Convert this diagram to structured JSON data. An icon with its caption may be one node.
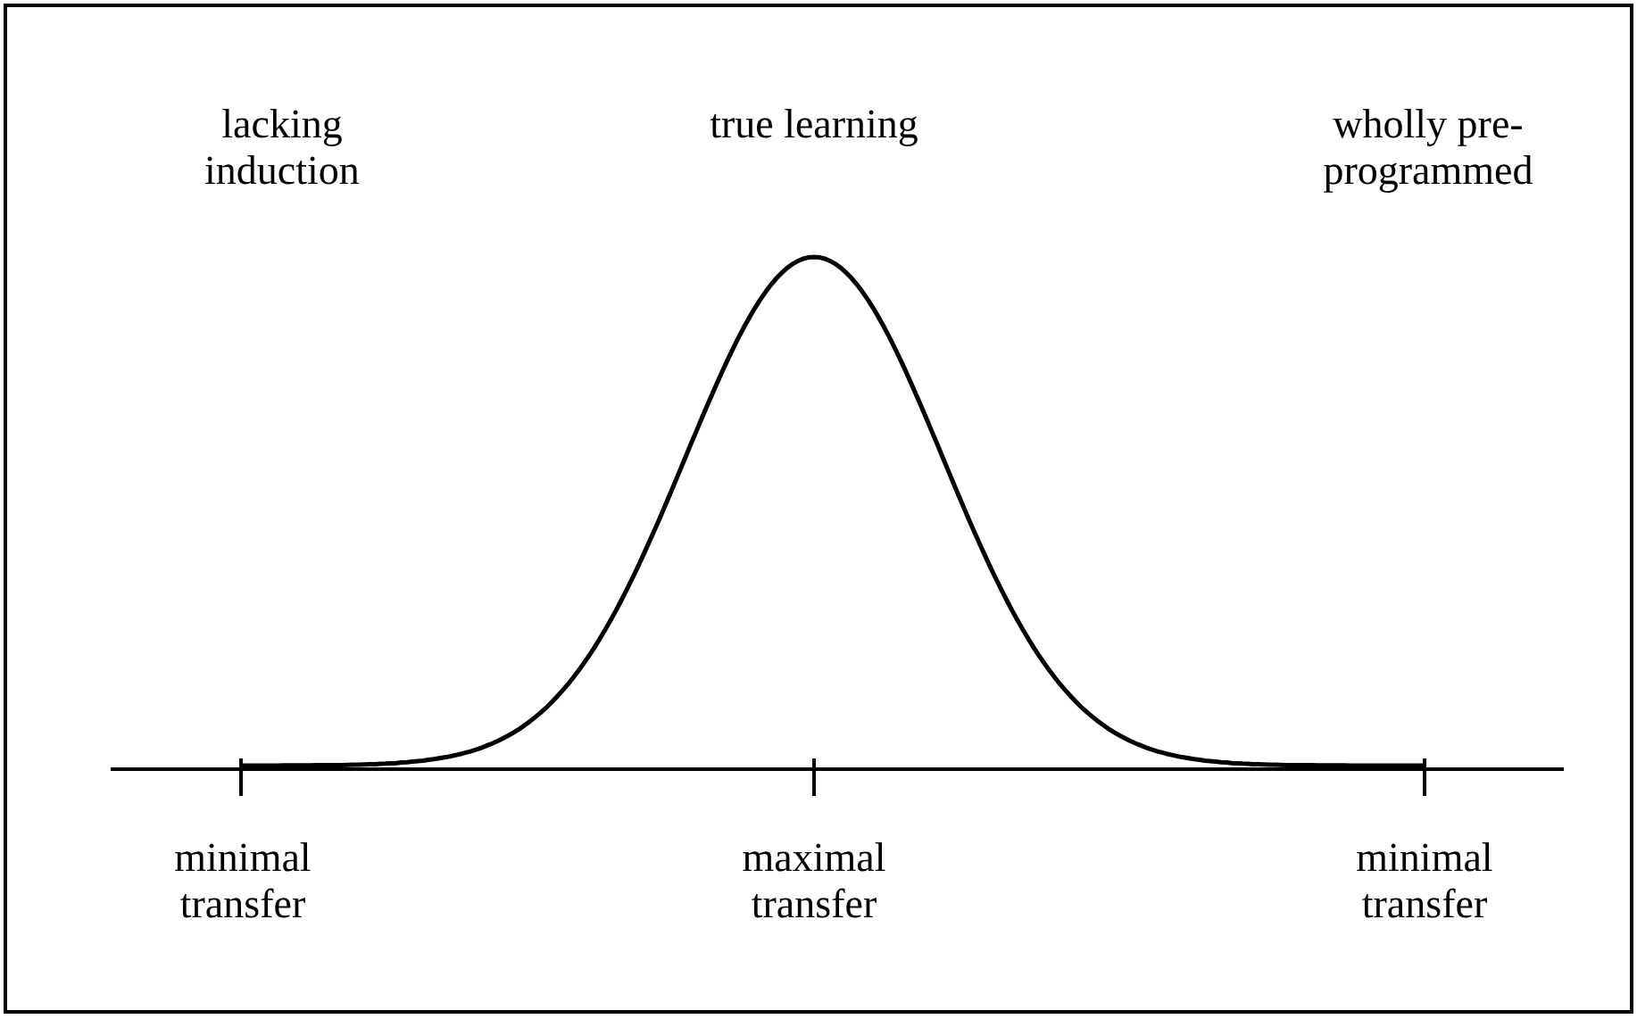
{
  "diagram": {
    "labels": [
      "lacking induction",
      "true learning",
      "wholly pre-programmed",
      "minimal transfer",
      "maximal transfer",
      "minimal transfer"
    ]
  }
}
